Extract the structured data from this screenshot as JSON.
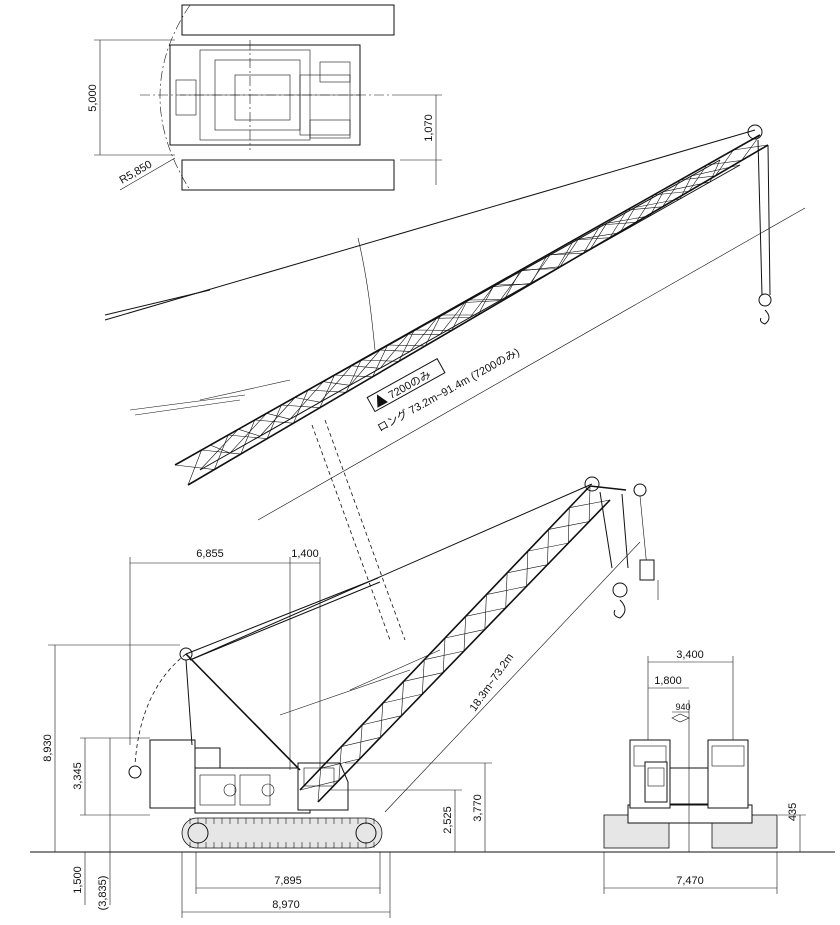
{
  "top_view": {
    "width_dim": "5,000",
    "offset_dim": "1,070",
    "radius_dim": "R5,850"
  },
  "long_boom": {
    "warning_label": "7200のみ",
    "range_label": "ロング 73.2m~91.4m (7200のみ)"
  },
  "side_view": {
    "counterweight_reach": "6,855",
    "mast_offset": "1,400",
    "mast_height": "8,930",
    "counterweight_height": "3,345",
    "ground_clearance": "1,500",
    "track_base_height": "(3,835)",
    "pivot_height": "2,525",
    "cab_height": "3,770",
    "boom_range": "18.3m~73.2m",
    "track_tumbler_length": "7,895",
    "track_overall_length": "8,970"
  },
  "rear_view": {
    "outer_width": "3,400",
    "inner_width": "1,800",
    "cab_width": "940",
    "shoe_height": "435",
    "track_width": "7,470"
  }
}
